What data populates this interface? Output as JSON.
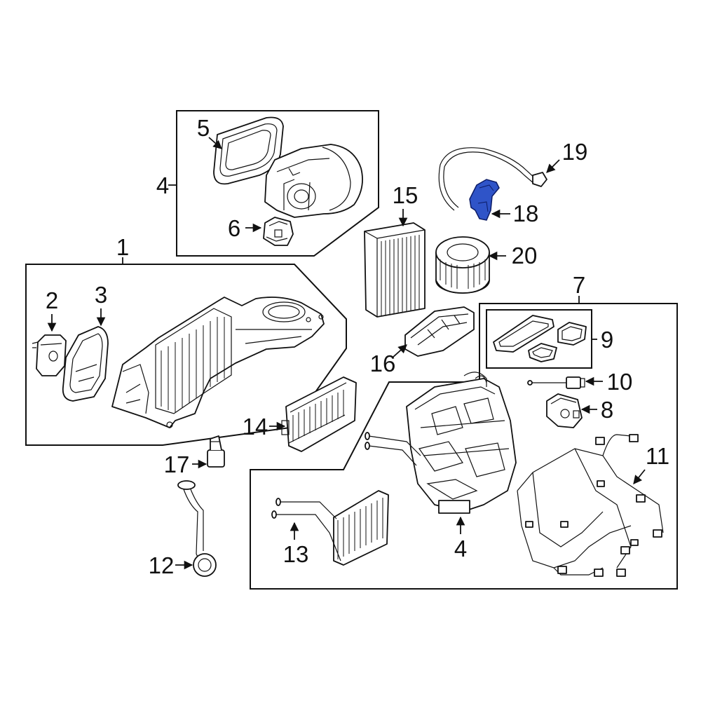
{
  "diagram": {
    "highlight_color": "#2f54c8",
    "line_color": "#111111",
    "callouts": {
      "c1": "1",
      "c2": "2",
      "c3": "3",
      "c4_top": "4",
      "c4_bottom": "4",
      "c5": "5",
      "c6": "6",
      "c7": "7",
      "c8": "8",
      "c9": "9",
      "c10": "10",
      "c11": "11",
      "c12": "12",
      "c13": "13",
      "c14": "14",
      "c15": "15",
      "c16": "16",
      "c17": "17",
      "c18": "18",
      "c19": "19",
      "c20": "20"
    },
    "highlighted_part": "18"
  }
}
